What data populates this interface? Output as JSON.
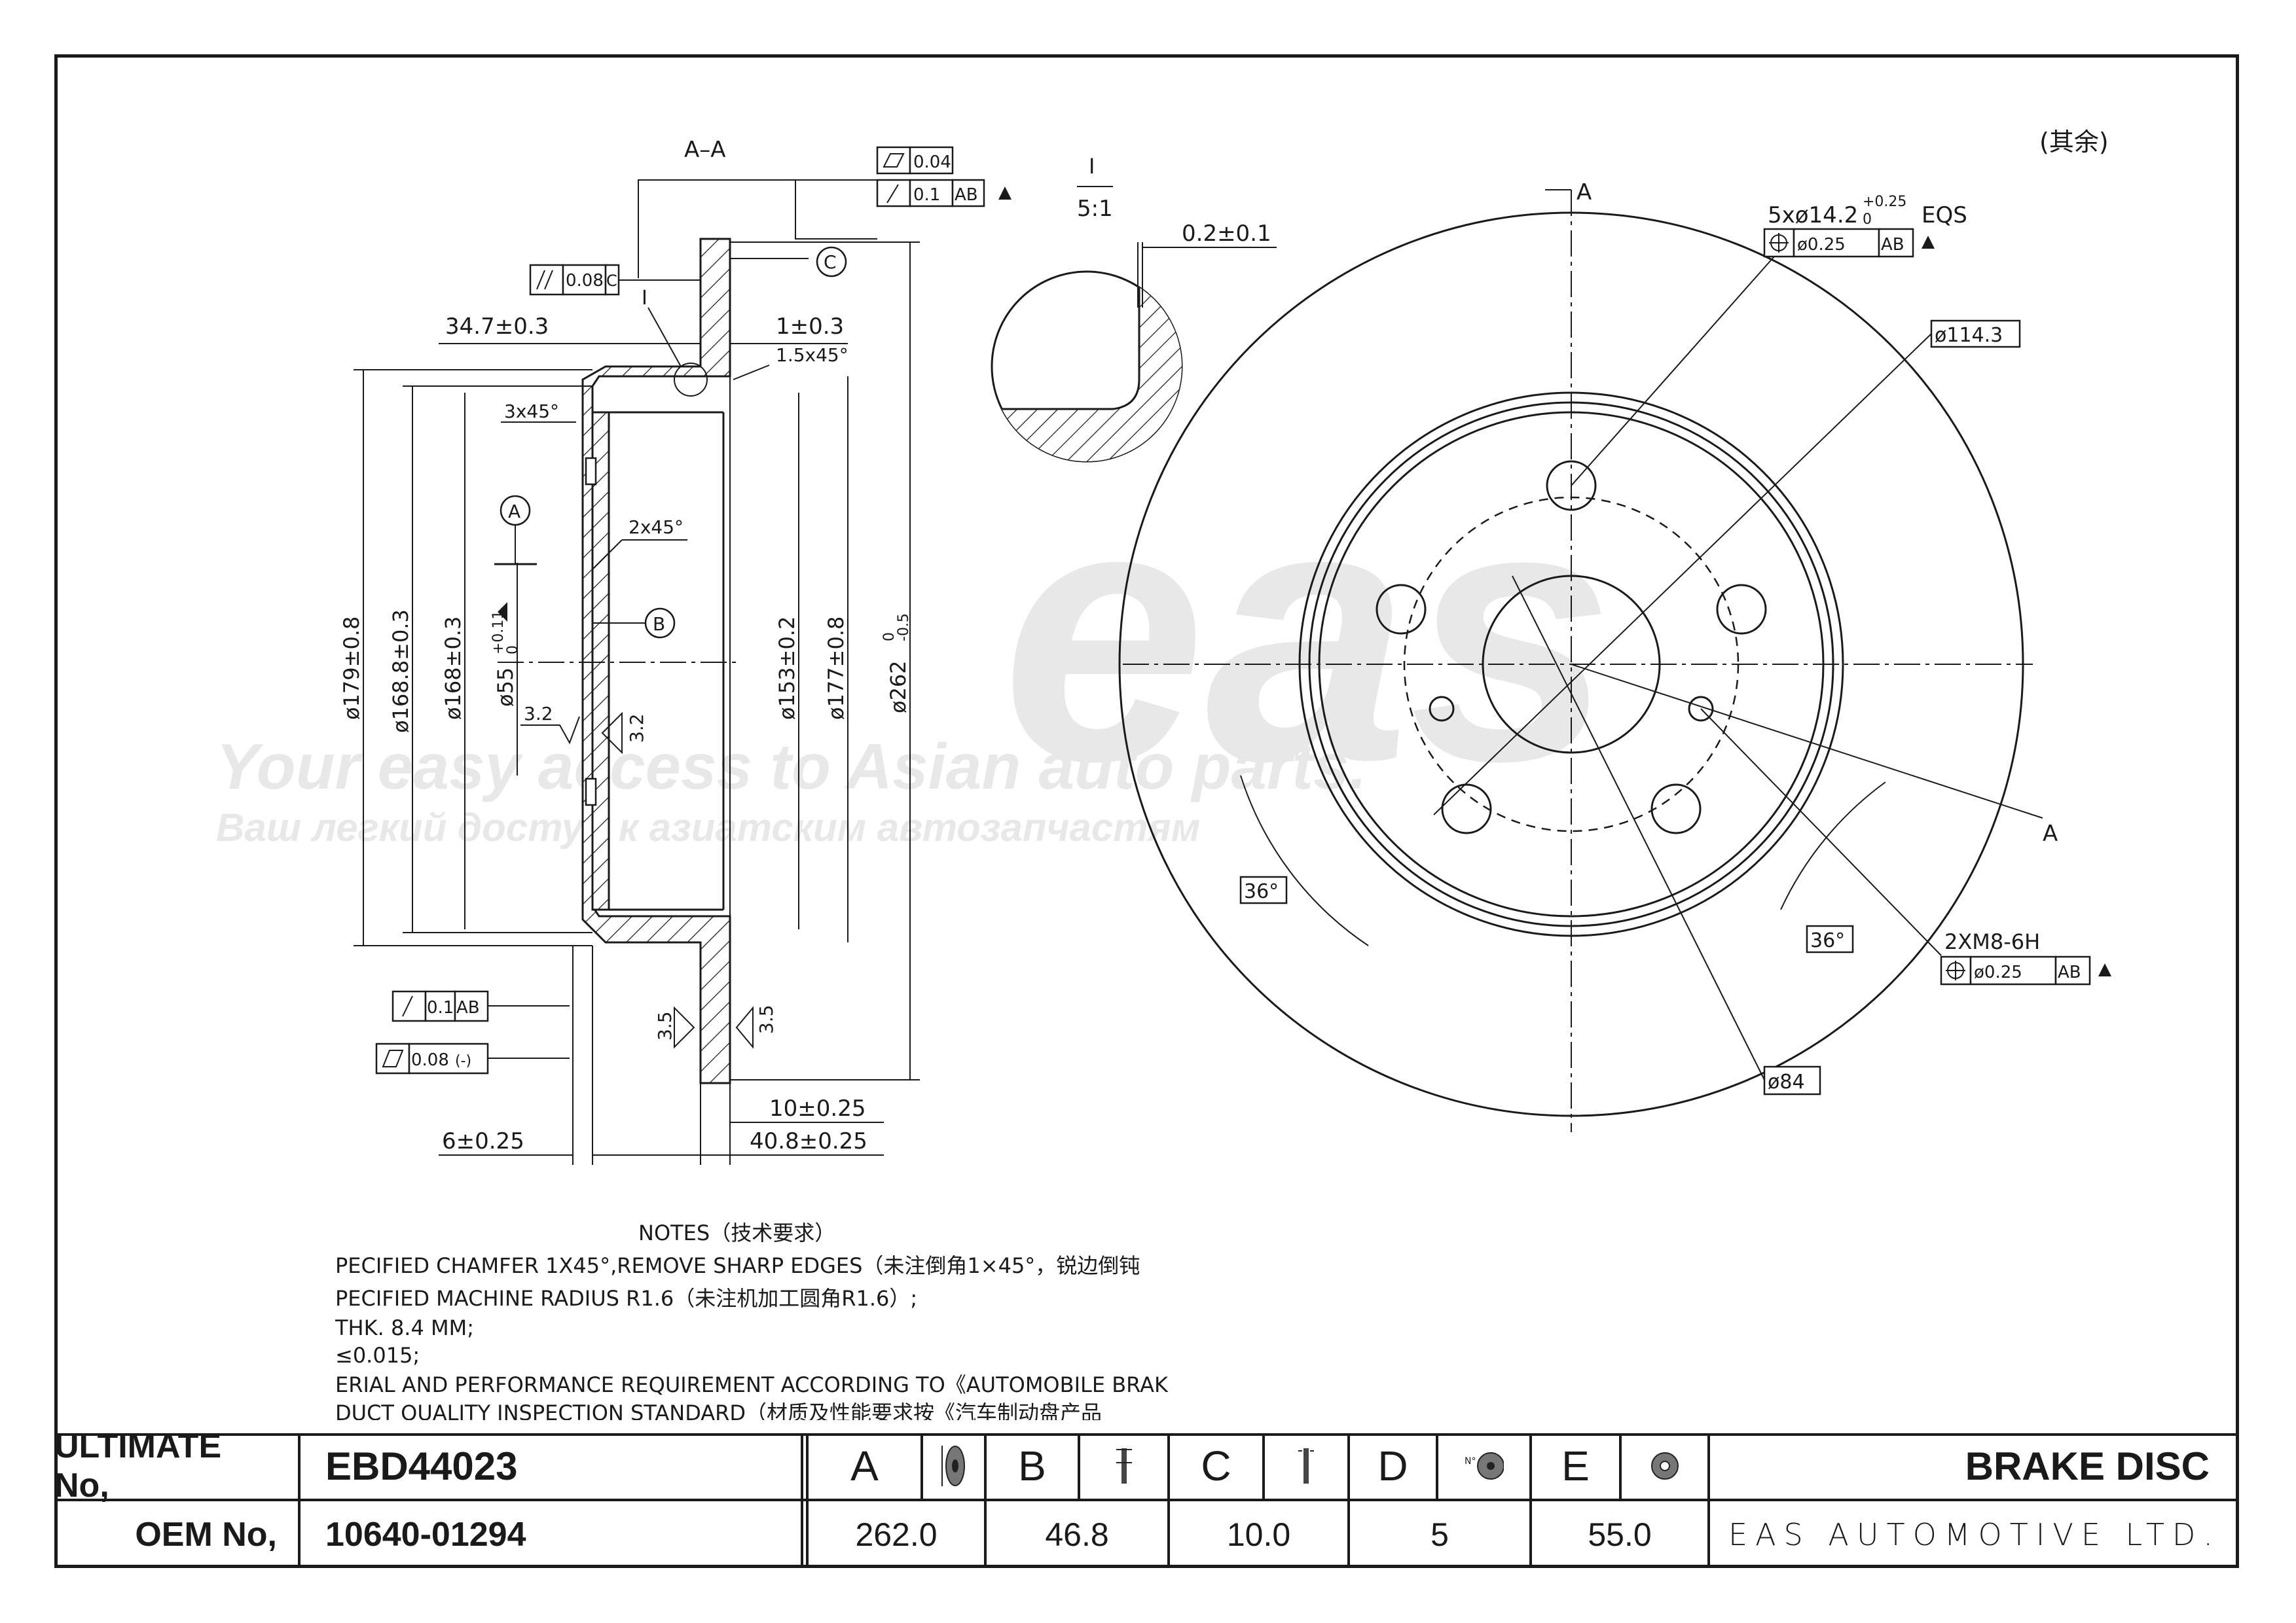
{
  "watermark": {
    "logo": "eas",
    "tagline": "Your easy access to Asian auto parts.",
    "tagline_ru": "Ваш легкий доступ к азиатским автозапчастям"
  },
  "drawing": {
    "section_label": "A–A",
    "roughness_note": "(其余)",
    "detail_scale_top": "I",
    "detail_scale_bottom": "5:1",
    "detail_dim": "0.2±0.1",
    "flatness_top": "0.04",
    "runout_top": "0.1",
    "runout_top_datum": "AB",
    "parallel": "0.08",
    "parallel_datum": "C",
    "datum_c": "C",
    "detail_ref": "I",
    "dim_34_7": "34.7±0.3",
    "dim_1": "1±0.3",
    "chamfer_15": "1.5x45°",
    "chamfer_3": "3x45°",
    "chamfer_2": "2x45°",
    "datum_a": "A",
    "datum_b": "B",
    "dia_179": "ø179±0.8",
    "dia_168_8": "ø168.8±0.3",
    "dia_168": "ø168±0.3",
    "dia_55": "ø55",
    "dia_55_tol": "+0.11",
    "dia_55_tol2": "0",
    "rough_32a": "3.2",
    "rough_32b": "3.2",
    "dia_153": "ø153±0.2",
    "dia_177": "ø177±0.8",
    "dia_262": "ø262",
    "dia_262_tol": "0",
    "dia_262_tol2": "-0.5",
    "runout_bottom": "0.1",
    "runout_bottom_datum": "AB",
    "flatness_bottom": "0.08",
    "flatness_bottom_datum": "(-)",
    "rough_35a": "3.5",
    "rough_35b": "3.5",
    "dim_10": "10±0.25",
    "dim_6": "6±0.25",
    "dim_40_8": "40.8±0.25",
    "section_mark_top": "A",
    "section_mark_right": "A",
    "holes": "5xø14.2",
    "holes_tol": "+0.25",
    "holes_tol2": "0",
    "holes_eqs": "EQS",
    "pos_tol_top": "ø0.25",
    "pos_tol_top_datum": "AB",
    "pcd": "ø114.3",
    "angle_left": "36°",
    "angle_right": "36°",
    "thread": "2XM8-6H",
    "pos_tol_bottom": "ø0.25",
    "pos_tol_bottom_datum": "AB",
    "hub": "ø84"
  },
  "notes": {
    "title": "NOTES（技术要求）",
    "line1": "PECIFIED CHAMFER 1X45°,REMOVE SHARP EDGES（未注倒角1×45°，锐边倒钝",
    "line2": "PECIFIED MACHINE RADIUS R1.6（未注机加工圆角R1.6）;",
    "line3": "THK. 8.4 MM;",
    "line4": "≤0.015;",
    "line5": "ERIAL AND PERFORMANCE REQUIREMENT ACCORDING TO《AUTOMOBILE BRAK",
    "line6": "DUCT QUALITY INSPECTION STANDARD（材质及性能要求按《汽车制动盘产品"
  },
  "table": {
    "ultimate_label": "ULTIMATE No,",
    "ultimate_value": "EBD44023",
    "oem_label": "OEM No,",
    "oem_value": "10640-01294",
    "columns": [
      {
        "letter": "A",
        "value": "262.0",
        "icon": "disc-diameter-icon"
      },
      {
        "letter": "B",
        "value": "46.8",
        "icon": "disc-height-icon"
      },
      {
        "letter": "C",
        "value": "10.0",
        "icon": "disc-thickness-icon"
      },
      {
        "letter": "D",
        "value": "5",
        "icon": "bolt-holes-icon",
        "icon_text": "N°"
      },
      {
        "letter": "E",
        "value": "55.0",
        "icon": "center-bore-icon"
      }
    ],
    "product": "BRAKE DISC",
    "company": "EAS AUTOMOTIVE LTD."
  }
}
